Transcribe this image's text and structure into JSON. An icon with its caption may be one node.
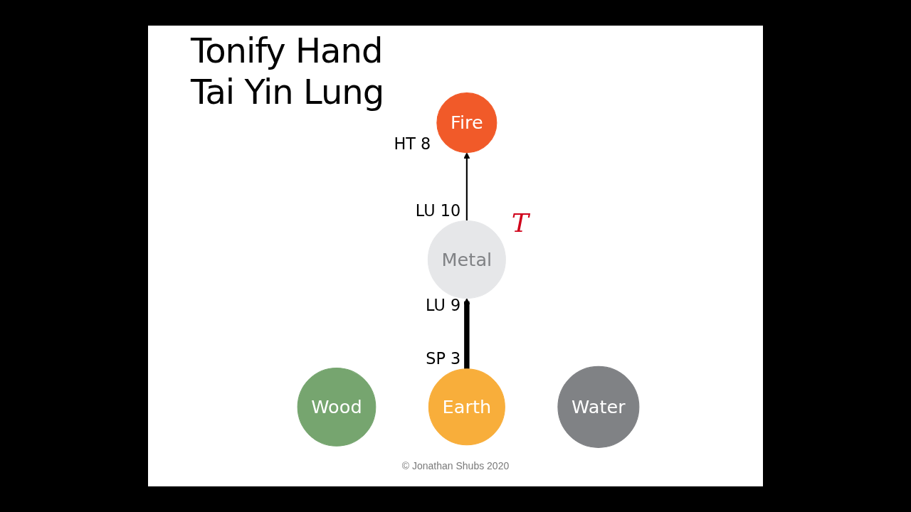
{
  "diagram": {
    "title": "Tonify Hand Tai Yin Lung",
    "caption": "© Jonathan Shubs 2020",
    "nodes": [
      {
        "text": [
          "Fire"
        ],
        "beside": [
          "HT 8"
        ]
      },
      {
        "text": [
          "Wood"
        ]
      },
      {
        "text": [
          "Earth"
        ],
        "beside": [
          "SP 3"
        ]
      },
      {
        "text": [
          "Water"
        ]
      },
      {
        "text": [
          "Metal"
        ],
        "beside": [
          "LU 9",
          "LU 10",
          "T"
        ]
      }
    ],
    "edges": [
      {
        "from": 2,
        "to": 4,
        "arrow": "to",
        "style": "thick"
      },
      {
        "from": 4,
        "to": 0,
        "arrow": "to"
      }
    ]
  }
}
